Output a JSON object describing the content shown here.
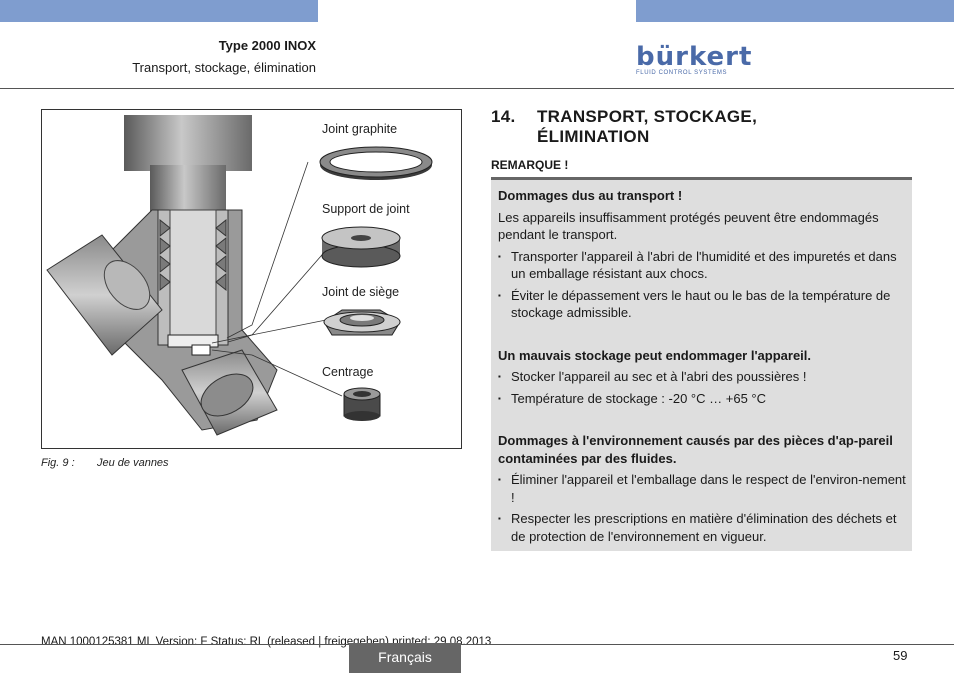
{
  "header": {
    "title": "Type 2000 INOX",
    "subtitle": "Transport, stockage, élimination",
    "brand_accent": "#7f9dcf"
  },
  "logo": {
    "wordmark": "bürkert",
    "tagline": "FLUID CONTROL SYSTEMS"
  },
  "figure": {
    "labels": {
      "joint_graphite": "Joint graphite",
      "support_joint": "Support de joint",
      "joint_siege": "Joint de siège",
      "centrage": "Centrage"
    },
    "caption_number": "Fig. 9 :",
    "caption_text": "Jeu de vannes"
  },
  "section": {
    "number": "14.",
    "title_line1": "TRANSPORT, STOCKAGE,",
    "title_line2": "ÉLIMINATION",
    "remark": "REMARQUE !"
  },
  "note": {
    "heading1": "Dommages dus au transport !",
    "para1": "Les appareils insuffisamment protégés peuvent être endommagés pendant le transport.",
    "bullets1": [
      "Transporter l'appareil à l'abri de l'humidité et des impuretés et dans un emballage résistant aux chocs.",
      "Éviter le dépassement vers le haut ou le bas de la température de stockage admissible."
    ],
    "heading2": "Un mauvais stockage peut endommager l'appareil.",
    "bullets2": [
      "Stocker l'appareil au sec et à l'abri des poussières !",
      "Température de stockage : -20 °C … +65 °C"
    ],
    "heading3": "Dommages à l'environnement causés par des pièces d'ap-pareil contaminées par des fluides.",
    "bullets3": [
      "Éliminer l'appareil et l'emballage dans le respect de l'environ-nement !",
      "Respecter les prescriptions en matière d'élimination des déchets et de protection de l'environnement en vigueur."
    ]
  },
  "footer": {
    "meta": "MAN  1000125381  ML  Version: F Status: RL (released | freigegeben)  printed: 29.08.2013",
    "language": "Français",
    "page": "59"
  }
}
